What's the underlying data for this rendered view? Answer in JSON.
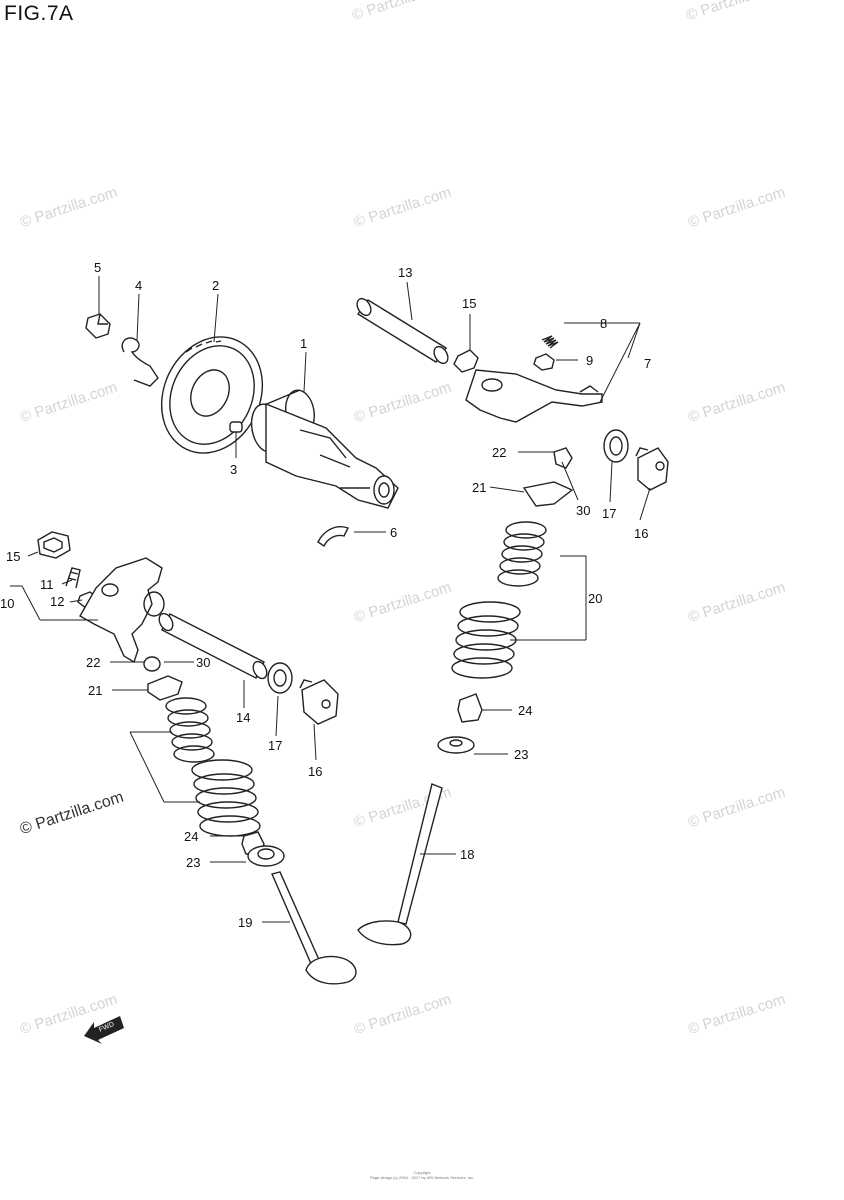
{
  "figure": {
    "title": "FIG.7A"
  },
  "watermark": {
    "text": "© Partzilla.com"
  },
  "callouts": {
    "c1": "1",
    "c2": "2",
    "c3": "3",
    "c4": "4",
    "c5": "5",
    "c6": "6",
    "c7": "7",
    "c8": "8",
    "c9": "9",
    "c10": "10",
    "c11": "11",
    "c12": "12",
    "c13": "13",
    "c14": "14",
    "c15": "15",
    "c16": "16",
    "c17": "17",
    "c18": "18",
    "c19": "19",
    "c20": "20",
    "c21": "21",
    "c22": "22",
    "c23": "23",
    "c24": "24",
    "c30": "30"
  },
  "direction_marker": {
    "label": "FWD"
  },
  "footer": {
    "line1": "Copyright",
    "line2": "Page design (c) 2004 - 2017 by ARI Network Services, Inc."
  }
}
